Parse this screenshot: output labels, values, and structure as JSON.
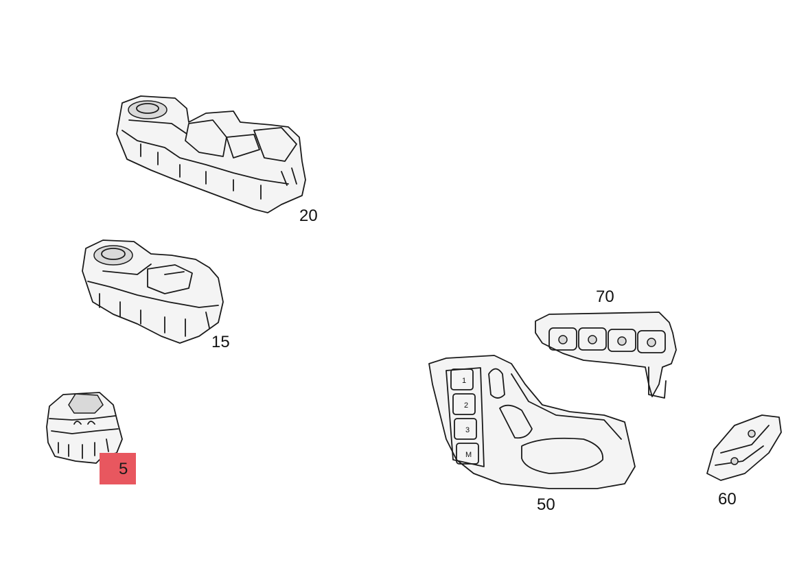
{
  "parts": [
    {
      "id": "part-20",
      "label": "20",
      "highlighted": false
    },
    {
      "id": "part-15",
      "label": "15",
      "highlighted": false
    },
    {
      "id": "part-5",
      "label": "5",
      "highlighted": true
    },
    {
      "id": "part-70",
      "label": "70",
      "highlighted": false
    },
    {
      "id": "part-50",
      "label": "50",
      "highlighted": false
    },
    {
      "id": "part-60",
      "label": "60",
      "highlighted": false
    }
  ],
  "seat_button_labels": [
    "1",
    "2",
    "3",
    "M"
  ],
  "colors": {
    "highlight": "#e8575f",
    "line": "#1a1a1a",
    "background": "#ffffff"
  }
}
